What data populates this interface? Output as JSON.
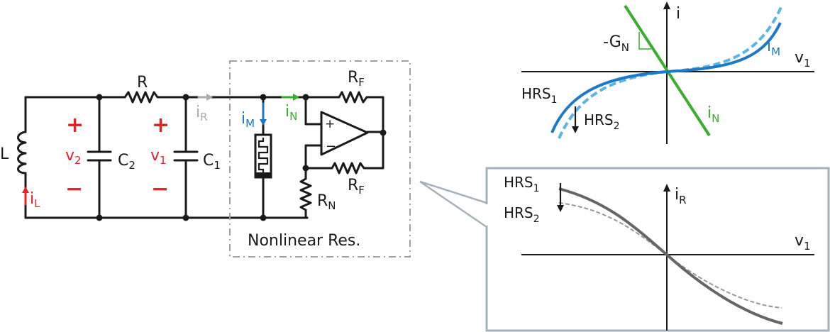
{
  "colors": {
    "wire": "#1a1a1a",
    "red": "#e8202a",
    "blue": "#1e78c8",
    "lightblue": "#5ab4e6",
    "green": "#3aac2e",
    "gray": "#aaaaaa",
    "boxdash": "#9aa3ab",
    "callout": "#a7b1ba",
    "curve": "#666666"
  },
  "circuit": {
    "inductor_label": "L",
    "resistor_label": "R",
    "capacitor2": {
      "main": "C",
      "sub": "2"
    },
    "capacitor1": {
      "main": "C",
      "sub": "1"
    },
    "v2": {
      "main": "v",
      "sub": "2"
    },
    "v1": {
      "main": "v",
      "sub": "1"
    },
    "plus": "+",
    "minus": "−",
    "iL": {
      "main": "i",
      "sub": "L"
    },
    "iR": {
      "main": "i",
      "sub": "R"
    },
    "iM": {
      "main": "i",
      "sub": "M"
    },
    "iN": {
      "main": "i",
      "sub": "N"
    },
    "RF_top": {
      "main": "R",
      "sub": "F"
    },
    "RF_bottom": {
      "main": "R",
      "sub": "F"
    },
    "RN": {
      "main": "R",
      "sub": "N"
    },
    "opamp_plus": "+",
    "opamp_minus": "−",
    "box_label": "Nonlinear Res."
  },
  "graph_top": {
    "y_axis": "i",
    "x_axis": {
      "main": "v",
      "sub": "1"
    },
    "gn": {
      "main": "-G",
      "sub": "N"
    },
    "iM": {
      "main": "i",
      "sub": "M"
    },
    "iN": {
      "main": "i",
      "sub": "N"
    },
    "hrs1": {
      "main": "HRS",
      "sub": "1"
    },
    "hrs2": {
      "main": "HRS",
      "sub": "2"
    }
  },
  "graph_bottom": {
    "y_axis": {
      "main": "i",
      "sub": "R"
    },
    "x_axis": {
      "main": "v",
      "sub": "1"
    },
    "hrs1": {
      "main": "HRS",
      "sub": "1"
    },
    "hrs2": {
      "main": "HRS",
      "sub": "2"
    }
  }
}
